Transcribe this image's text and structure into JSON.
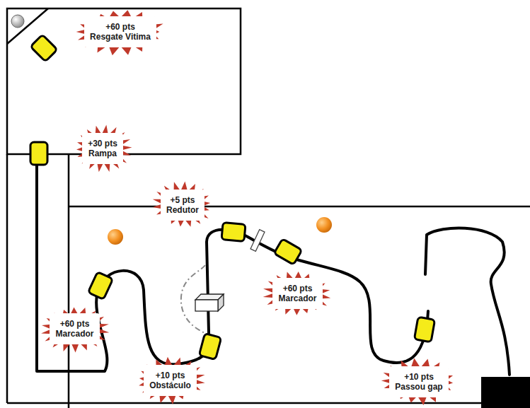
{
  "diagram": {
    "nodes": [
      {
        "text": [
          "+60 pts",
          "Resgate Vitima"
        ]
      },
      {
        "text": [
          "+30 pts",
          "Rampa"
        ]
      },
      {
        "text": [
          "+5 pts",
          "Redutor"
        ]
      },
      {
        "text": [
          "+60 pts",
          "Marcador"
        ]
      },
      {
        "text": [
          "+60 pts",
          "Marcador"
        ]
      },
      {
        "text": [
          "+10 pts",
          "Obstáculo"
        ]
      },
      {
        "text": [
          "+10 pts",
          "Passou gap"
        ]
      }
    ]
  }
}
